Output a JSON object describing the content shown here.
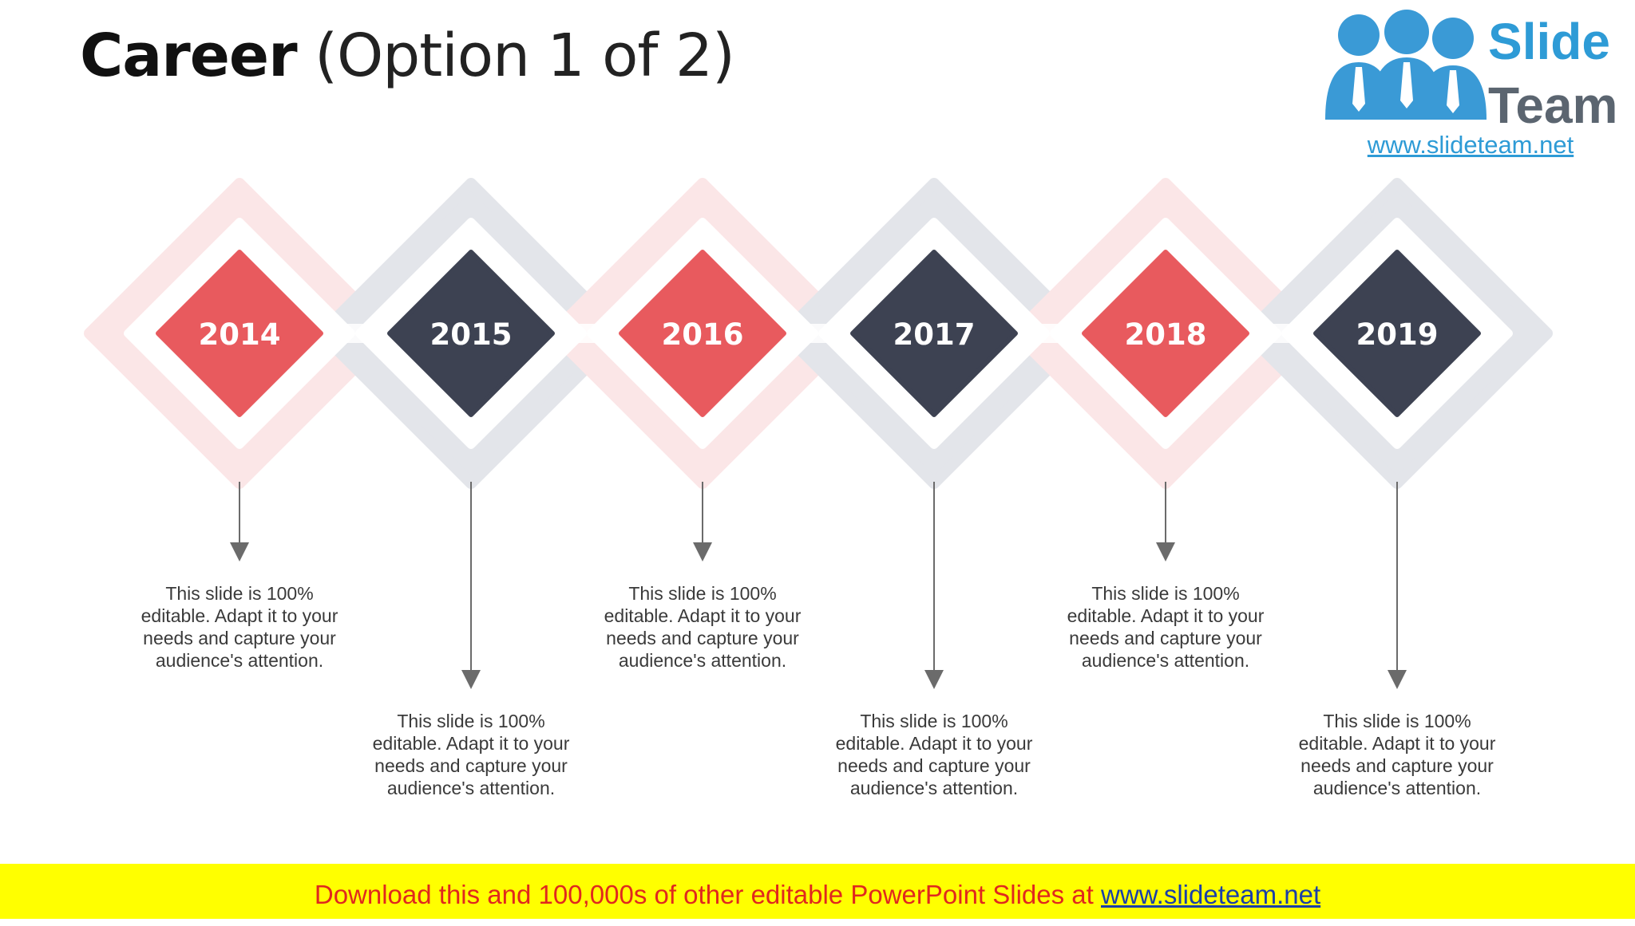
{
  "title": {
    "bold": "Career",
    "rest": "(Option 1 of 2)"
  },
  "logo": {
    "word1": "Slide",
    "word2": "Team",
    "url": "www.slideteam.net"
  },
  "colors": {
    "red": "#e85a5e",
    "dark": "#3d4252",
    "red_light": "#fbe6e7",
    "gray_light": "#e3e5ea",
    "arrow": "#6b6b6b"
  },
  "milestones": [
    {
      "year": "2014",
      "color": "red",
      "desc": [
        "This slide is 100%",
        "editable. Adapt it to your",
        "needs and capture your",
        "audience's attention."
      ]
    },
    {
      "year": "2015",
      "color": "dark",
      "desc": [
        "This slide is 100%",
        "editable. Adapt it to your",
        "needs and capture your",
        "audience's attention."
      ]
    },
    {
      "year": "2016",
      "color": "red",
      "desc": [
        "This slide is 100%",
        "editable. Adapt it to your",
        "needs and capture your",
        "audience's attention."
      ]
    },
    {
      "year": "2017",
      "color": "dark",
      "desc": [
        "This slide is 100%",
        "editable. Adapt it to your",
        "needs and capture your",
        "audience's attention."
      ]
    },
    {
      "year": "2018",
      "color": "red",
      "desc": [
        "This slide is 100%",
        "editable. Adapt it to your",
        "needs and capture your",
        "audience's attention."
      ]
    },
    {
      "year": "2019",
      "color": "dark",
      "desc": [
        "This slide is 100%",
        "editable. Adapt it to your",
        "needs and capture your",
        "audience's attention."
      ]
    }
  ],
  "banner": {
    "text": "Download this and 100,000s of other editable PowerPoint Slides at ",
    "link": "www.slideteam.net"
  }
}
